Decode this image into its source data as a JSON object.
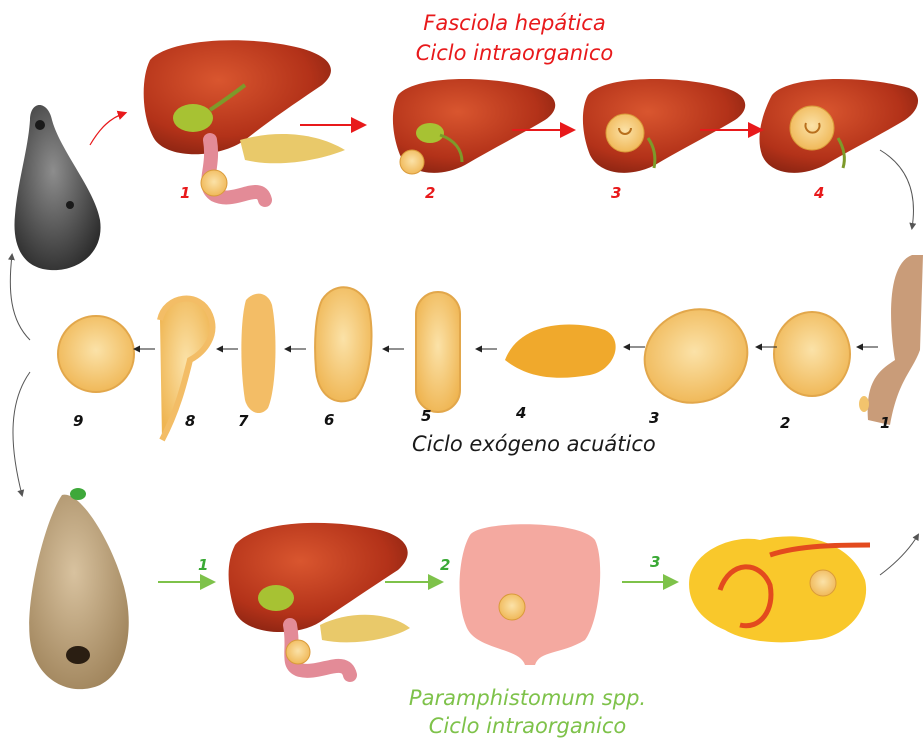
{
  "fasciola": {
    "title_line1": "Fasciola hepática",
    "title_line2": "Ciclo intraorganico",
    "steps": [
      "1",
      "2",
      "3",
      "4"
    ]
  },
  "exogenous": {
    "title": "Ciclo exógeno acuático",
    "steps": [
      "1",
      "2",
      "3",
      "4",
      "5",
      "6",
      "7",
      "8",
      "9"
    ]
  },
  "paramphistomum": {
    "title_line1": "Paramphistomum spp.",
    "title_line2": "Ciclo intraorganico",
    "steps": [
      "1",
      "2",
      "3"
    ]
  },
  "colors": {
    "fasciola_text": "#e8191b",
    "paramphistomum_text": "#7ec24a",
    "paramphistomum_numbers": "#3aa935",
    "liver": "#b8321e",
    "stage_fill": "#f2c46d"
  }
}
